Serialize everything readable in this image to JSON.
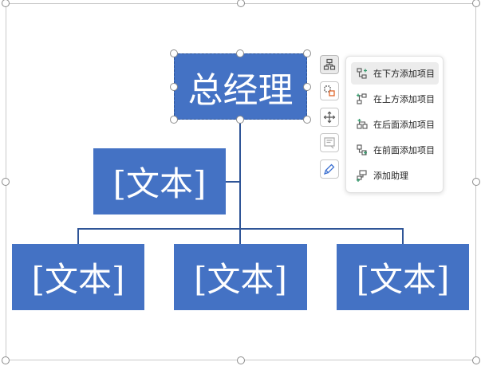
{
  "diagram": {
    "top_box": {
      "label": "总经理"
    },
    "assistant_box": {
      "label": "[文本]"
    },
    "children": [
      {
        "label": "[文本]"
      },
      {
        "label": "[文本]"
      },
      {
        "label": "[文本]"
      }
    ],
    "box_color": "#4472c4",
    "line_color": "#2f5597"
  },
  "toolbar": {
    "buttons": [
      {
        "icon": "layout-icon",
        "active": true
      },
      {
        "icon": "change-shape-icon",
        "active": false
      },
      {
        "icon": "move-icon",
        "active": false
      },
      {
        "icon": "text-pane-icon",
        "active": false
      },
      {
        "icon": "format-brush-icon",
        "active": false
      }
    ]
  },
  "menu": {
    "items": [
      {
        "label": "在下方添加项目",
        "icon": "add-below-icon",
        "hover": true
      },
      {
        "label": "在上方添加项目",
        "icon": "add-above-icon",
        "hover": false
      },
      {
        "label": "在后面添加项目",
        "icon": "add-after-icon",
        "hover": false
      },
      {
        "label": "在前面添加项目",
        "icon": "add-before-icon",
        "hover": false
      },
      {
        "label": "添加助理",
        "icon": "add-assistant-icon",
        "hover": false
      }
    ],
    "accent_color": "#3a9b6f"
  }
}
